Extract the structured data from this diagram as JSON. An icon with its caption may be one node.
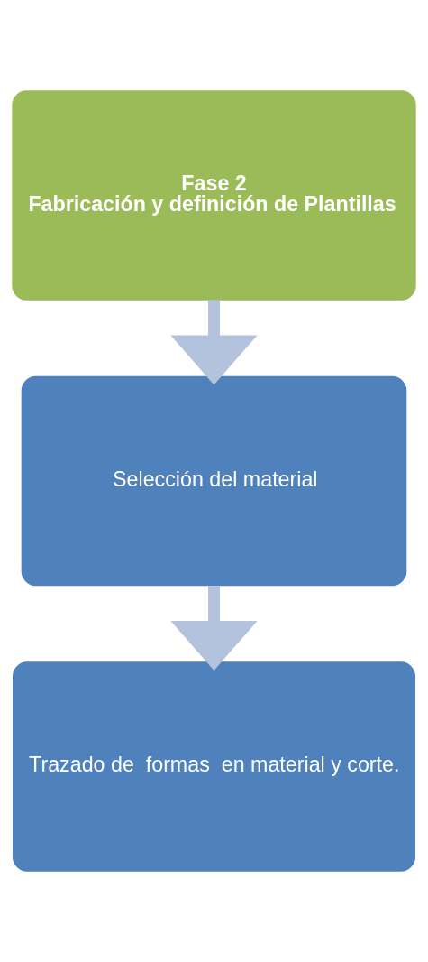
{
  "diagram": {
    "nodes": [
      {
        "text": [
          "Fase 2",
          "Fabricación y definición de Plantillas"
        ]
      },
      {
        "text": [
          "Selección del material"
        ]
      },
      {
        "text": [
          "Trazado de  formas  en material y corte."
        ]
      }
    ],
    "edges": [
      {
        "from": 0,
        "to": 1,
        "arrow": "to"
      },
      {
        "from": 1,
        "to": 2,
        "arrow": "to"
      }
    ]
  }
}
